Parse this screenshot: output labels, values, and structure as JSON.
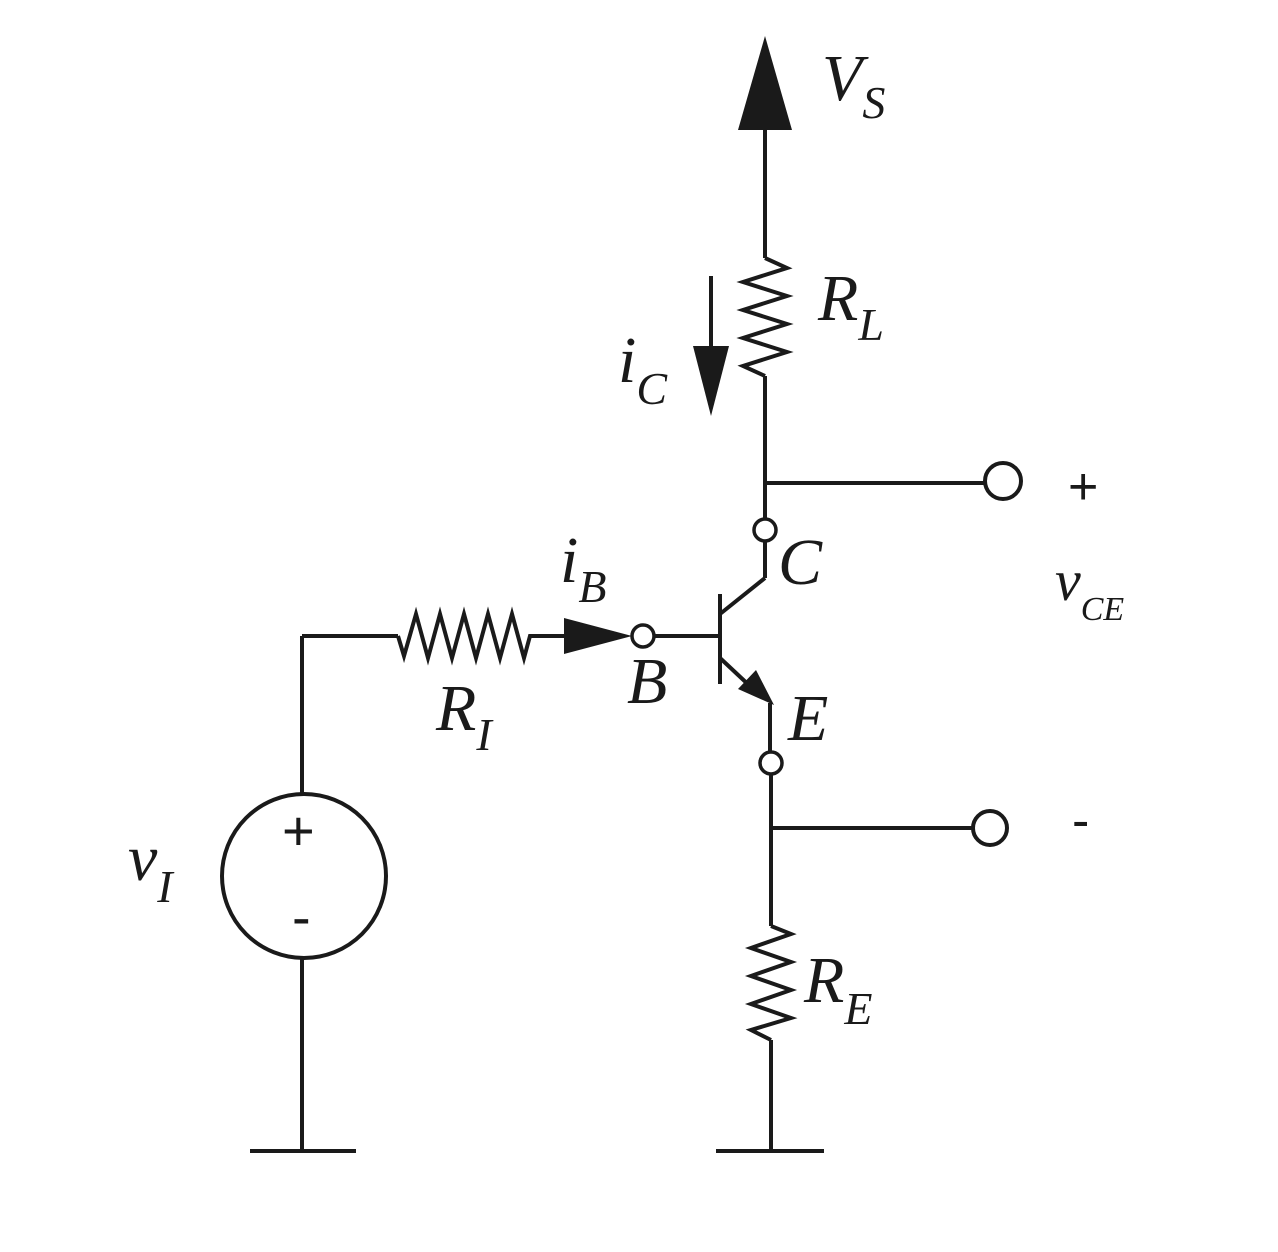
{
  "labels": {
    "supply": {
      "main": "V",
      "sub": "S"
    },
    "load_resistor": {
      "main": "R",
      "sub": "L"
    },
    "collector_current": {
      "main": "i",
      "sub": "C"
    },
    "base_current": {
      "main": "i",
      "sub": "B"
    },
    "input_resistor": {
      "main": "R",
      "sub": "I"
    },
    "emitter_resistor": {
      "main": "R",
      "sub": "E"
    },
    "input_source": {
      "main": "v",
      "sub": "I"
    },
    "output_voltage": {
      "main": "v",
      "sub": "CE"
    },
    "collector": "C",
    "base": "B",
    "emitter": "E",
    "output_plus": "+",
    "output_minus": "-",
    "source_plus": "+",
    "source_minus": "-"
  }
}
